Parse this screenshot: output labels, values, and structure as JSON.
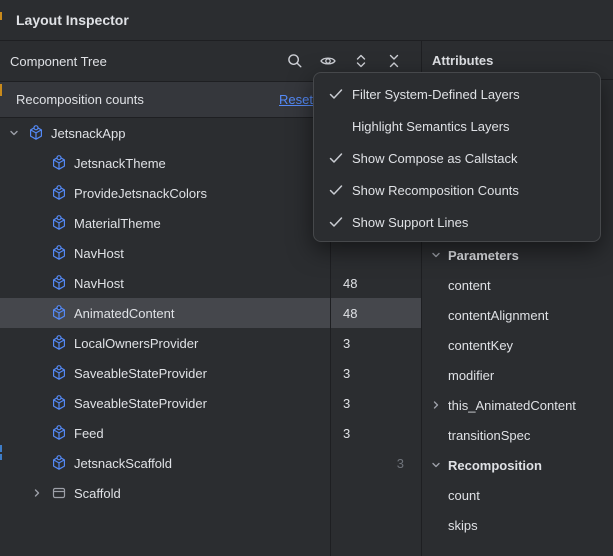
{
  "window": {
    "title": "Layout Inspector"
  },
  "colors": {
    "background": "#2b2d30",
    "selected_row": "#45474c",
    "accent_blue": "#548af7",
    "divider": "#1e1f22",
    "muted_text": "#6f737a"
  },
  "component_tree": {
    "header": "Component Tree",
    "toolbar_icons": [
      "search",
      "eye",
      "expand-all",
      "collapse-all"
    ],
    "banner": {
      "label": "Recomposition counts",
      "reset_label": "Reset"
    },
    "rows": [
      {
        "label": "JetsnackApp",
        "icon": "compose",
        "expander": "expanded",
        "indent": 0
      },
      {
        "label": "JetsnackTheme",
        "icon": "compose",
        "indent": 1
      },
      {
        "label": "ProvideJetsnackColors",
        "icon": "compose",
        "indent": 1
      },
      {
        "label": "MaterialTheme",
        "icon": "compose",
        "indent": 1
      },
      {
        "label": "NavHost",
        "icon": "compose",
        "indent": 1
      },
      {
        "label": "NavHost",
        "icon": "compose",
        "indent": 1,
        "count": "48"
      },
      {
        "label": "AnimatedContent",
        "icon": "compose",
        "indent": 1,
        "count": "48",
        "selected": true
      },
      {
        "label": "LocalOwnersProvider",
        "icon": "compose",
        "indent": 1,
        "count": "3"
      },
      {
        "label": "SaveableStateProvider",
        "icon": "compose",
        "indent": 1,
        "count": "3"
      },
      {
        "label": "SaveableStateProvider",
        "icon": "compose",
        "indent": 1,
        "count": "3"
      },
      {
        "label": "Feed",
        "icon": "compose",
        "indent": 1,
        "count": "3"
      },
      {
        "label": "JetsnackScaffold",
        "icon": "compose",
        "indent": 1,
        "count": "3",
        "count_muted": true
      },
      {
        "label": "Scaffold",
        "icon": "scaffold",
        "expander": "collapsed",
        "indent": 1
      }
    ]
  },
  "context_menu": {
    "items": [
      {
        "label": "Filter System-Defined Layers",
        "checked": true
      },
      {
        "label": "Highlight Semantics Layers",
        "checked": false
      },
      {
        "label": "Show Compose as Callstack",
        "checked": true
      },
      {
        "label": "Show Recomposition Counts",
        "checked": true
      },
      {
        "label": "Show Support Lines",
        "checked": true
      }
    ]
  },
  "attributes": {
    "header": "Attributes",
    "sections": [
      {
        "title": "Parameters",
        "items": [
          {
            "label": "content"
          },
          {
            "label": "contentAlignment"
          },
          {
            "label": "contentKey"
          },
          {
            "label": "modifier"
          },
          {
            "label": "this_AnimatedContent",
            "expandable": true
          },
          {
            "label": "transitionSpec"
          }
        ]
      },
      {
        "title": "Recomposition",
        "items": [
          {
            "label": "count"
          },
          {
            "label": "skips"
          }
        ]
      }
    ]
  }
}
